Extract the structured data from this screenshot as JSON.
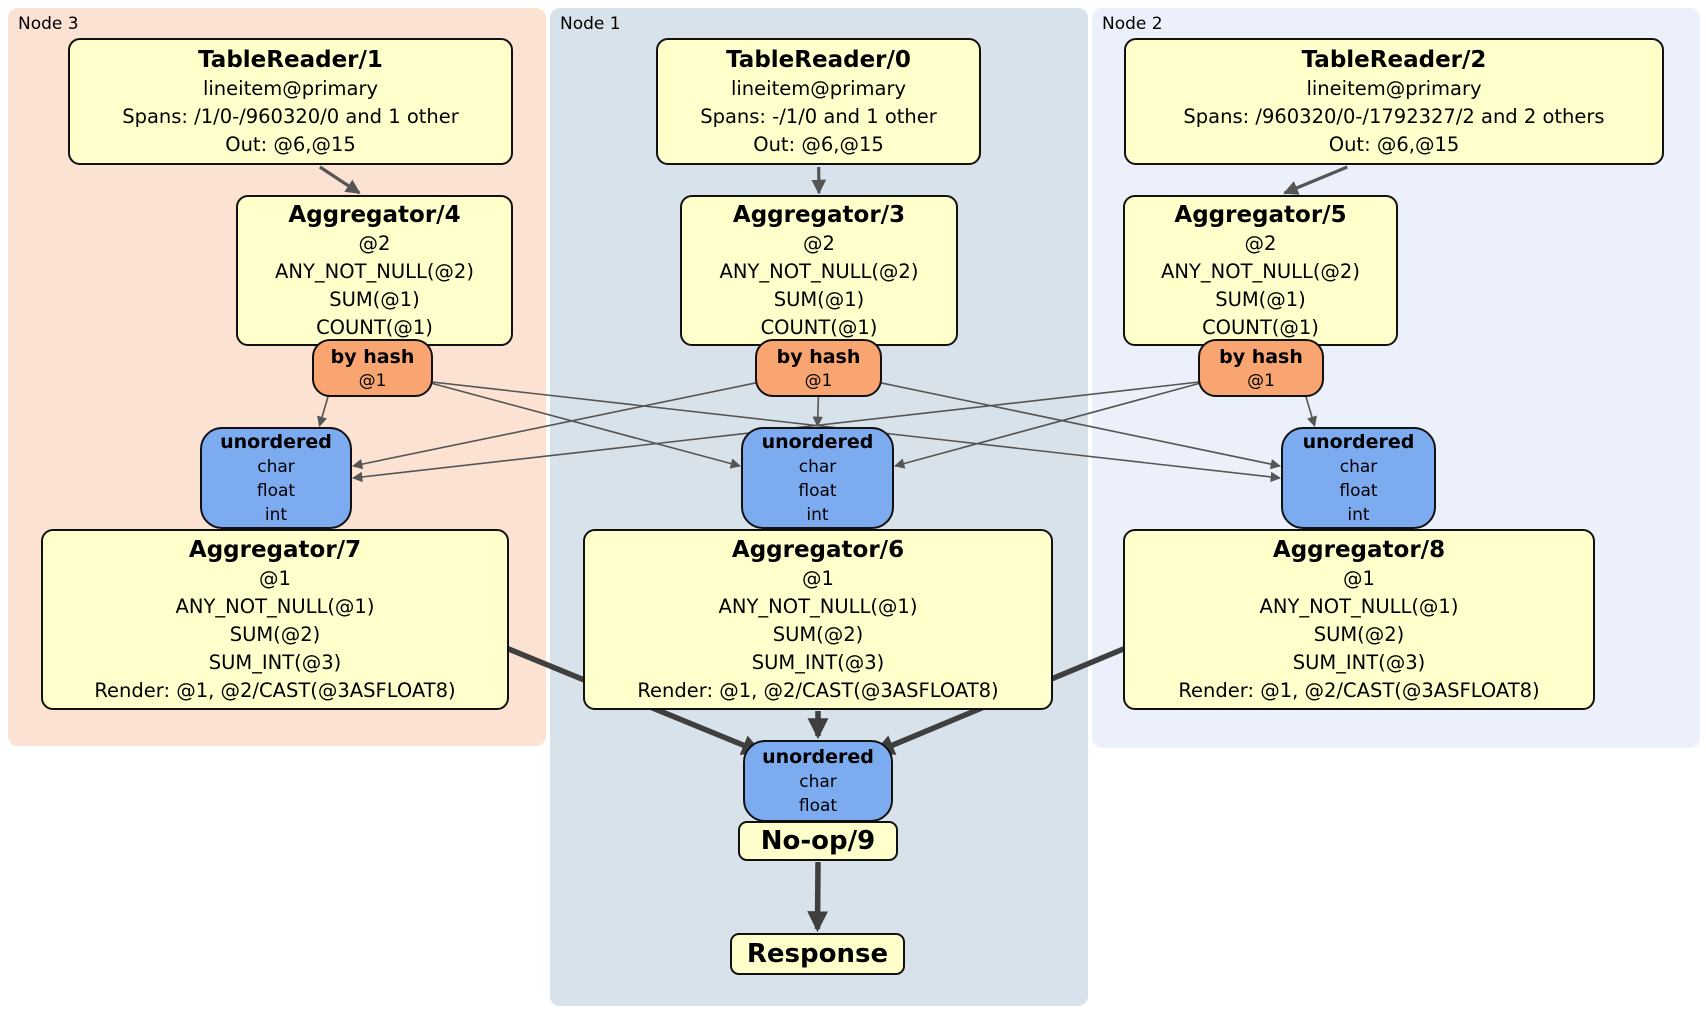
{
  "panels": {
    "node3": {
      "label": "Node 3"
    },
    "node1": {
      "label": "Node 1"
    },
    "node2": {
      "label": "Node 2"
    }
  },
  "processors": {
    "tr1": {
      "title": "TableReader/1",
      "lines": [
        "lineitem@primary",
        "Spans: /1/0-/960320/0 and 1 other",
        "Out: @6,@15"
      ]
    },
    "tr0": {
      "title": "TableReader/0",
      "lines": [
        "lineitem@primary",
        "Spans: -/1/0 and 1 other",
        "Out: @6,@15"
      ]
    },
    "tr2": {
      "title": "TableReader/2",
      "lines": [
        "lineitem@primary",
        "Spans: /960320/0-/1792327/2 and 2 others",
        "Out: @6,@15"
      ]
    },
    "agg4": {
      "title": "Aggregator/4",
      "lines": [
        "@2",
        "ANY_NOT_NULL(@2)",
        "SUM(@1)",
        "COUNT(@1)"
      ]
    },
    "agg3": {
      "title": "Aggregator/3",
      "lines": [
        "@2",
        "ANY_NOT_NULL(@2)",
        "SUM(@1)",
        "COUNT(@1)"
      ]
    },
    "agg5": {
      "title": "Aggregator/5",
      "lines": [
        "@2",
        "ANY_NOT_NULL(@2)",
        "SUM(@1)",
        "COUNT(@1)"
      ]
    },
    "agg7": {
      "title": "Aggregator/7",
      "lines": [
        "@1",
        "ANY_NOT_NULL(@1)",
        "SUM(@2)",
        "SUM_INT(@3)",
        "Render: @1, @2/CAST(@3ASFLOAT8)"
      ]
    },
    "agg6": {
      "title": "Aggregator/6",
      "lines": [
        "@1",
        "ANY_NOT_NULL(@1)",
        "SUM(@2)",
        "SUM_INT(@3)",
        "Render: @1, @2/CAST(@3ASFLOAT8)"
      ]
    },
    "agg8": {
      "title": "Aggregator/8",
      "lines": [
        "@1",
        "ANY_NOT_NULL(@1)",
        "SUM(@2)",
        "SUM_INT(@3)",
        "Render: @1, @2/CAST(@3ASFLOAT8)"
      ]
    },
    "noop": {
      "title": "No-op/9"
    },
    "response": {
      "title": "Response"
    }
  },
  "routers": [
    {
      "label": "by hash",
      "detail": "@1"
    },
    {
      "label": "by hash",
      "detail": "@1"
    },
    {
      "label": "by hash",
      "detail": "@1"
    }
  ],
  "syncs": [
    {
      "label": "unordered",
      "types": [
        "char",
        "float",
        "int"
      ]
    },
    {
      "label": "unordered",
      "types": [
        "char",
        "float",
        "int"
      ]
    },
    {
      "label": "unordered",
      "types": [
        "char",
        "float",
        "int"
      ]
    }
  ],
  "final_sync": {
    "label": "unordered",
    "types": [
      "char",
      "float"
    ]
  },
  "edges": [
    {
      "from": "tr1",
      "to": "agg4",
      "kind": "arrow"
    },
    {
      "from": "tr0",
      "to": "agg3",
      "kind": "arrow"
    },
    {
      "from": "tr2",
      "to": "agg5",
      "kind": "arrow"
    },
    {
      "from": "hashL",
      "to": "syncL",
      "kind": "thin"
    },
    {
      "from": "hashL",
      "to": "syncM",
      "kind": "thin"
    },
    {
      "from": "hashL",
      "to": "syncR",
      "kind": "thin"
    },
    {
      "from": "hashM",
      "to": "syncL",
      "kind": "thin"
    },
    {
      "from": "hashM",
      "to": "syncM",
      "kind": "thin"
    },
    {
      "from": "hashM",
      "to": "syncR",
      "kind": "thin"
    },
    {
      "from": "hashR",
      "to": "syncL",
      "kind": "thin"
    },
    {
      "from": "hashR",
      "to": "syncM",
      "kind": "thin"
    },
    {
      "from": "hashR",
      "to": "syncR",
      "kind": "thin"
    },
    {
      "from": "agg7",
      "to": "syncF",
      "kind": "thick"
    },
    {
      "from": "agg6",
      "to": "syncF",
      "kind": "thick"
    },
    {
      "from": "agg8",
      "to": "syncF",
      "kind": "thick"
    },
    {
      "from": "noop",
      "to": "response",
      "kind": "thick"
    }
  ],
  "colors": {
    "node3-bg": "#fbe2d3",
    "node1-bg": "#d7e2ea",
    "node2-bg": "#ebf0fa",
    "box-fill": "#ffffcb",
    "router-fill": "#f8a571",
    "sync-fill": "#7cabf0",
    "edge-color": "#555555",
    "edge-thick": "#3f3f3f"
  }
}
